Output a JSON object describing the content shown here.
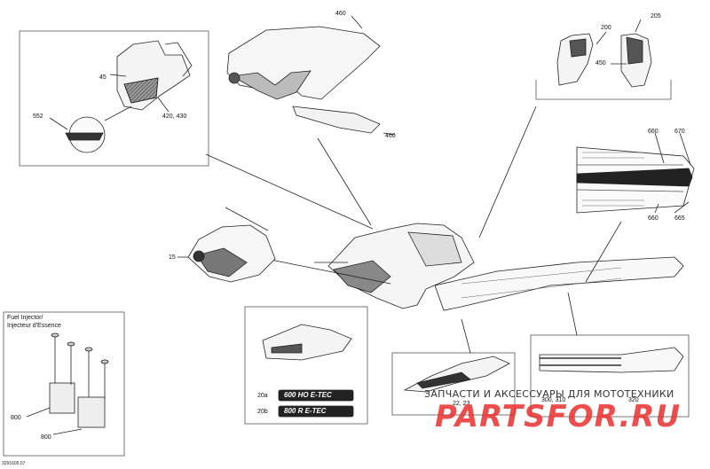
{
  "diagram": {
    "labels": {
      "n460_top": "460",
      "n460_bot": "460",
      "n200": "200",
      "n205": "205",
      "n450": "450",
      "n45": "45",
      "n552": "552",
      "n420_430": "420, 430",
      "n660_top": "660",
      "n670": "670",
      "n660_bot": "660",
      "n665": "665",
      "n15": "15",
      "n20a": "20a",
      "n20b": "20b",
      "n22_23": "22, 23",
      "n300_310": "300, 310",
      "n320": "320",
      "n800_a": "800",
      "n800_b": "800"
    },
    "fuel_injector_en": "Fuel Injector/",
    "fuel_injector_fr": "Injecteur d'Essence",
    "decal_20a": "600 HO E-TEC",
    "decal_20b": "800 R E-TEC",
    "watermark_line1": "ЗАПЧАСТИ И АКСЕССУАРЫ ДЛЯ МОТОТЕХНИКИ",
    "watermark_line2": "PARTSFOR.RU",
    "drawing_code": "3291605.07"
  }
}
